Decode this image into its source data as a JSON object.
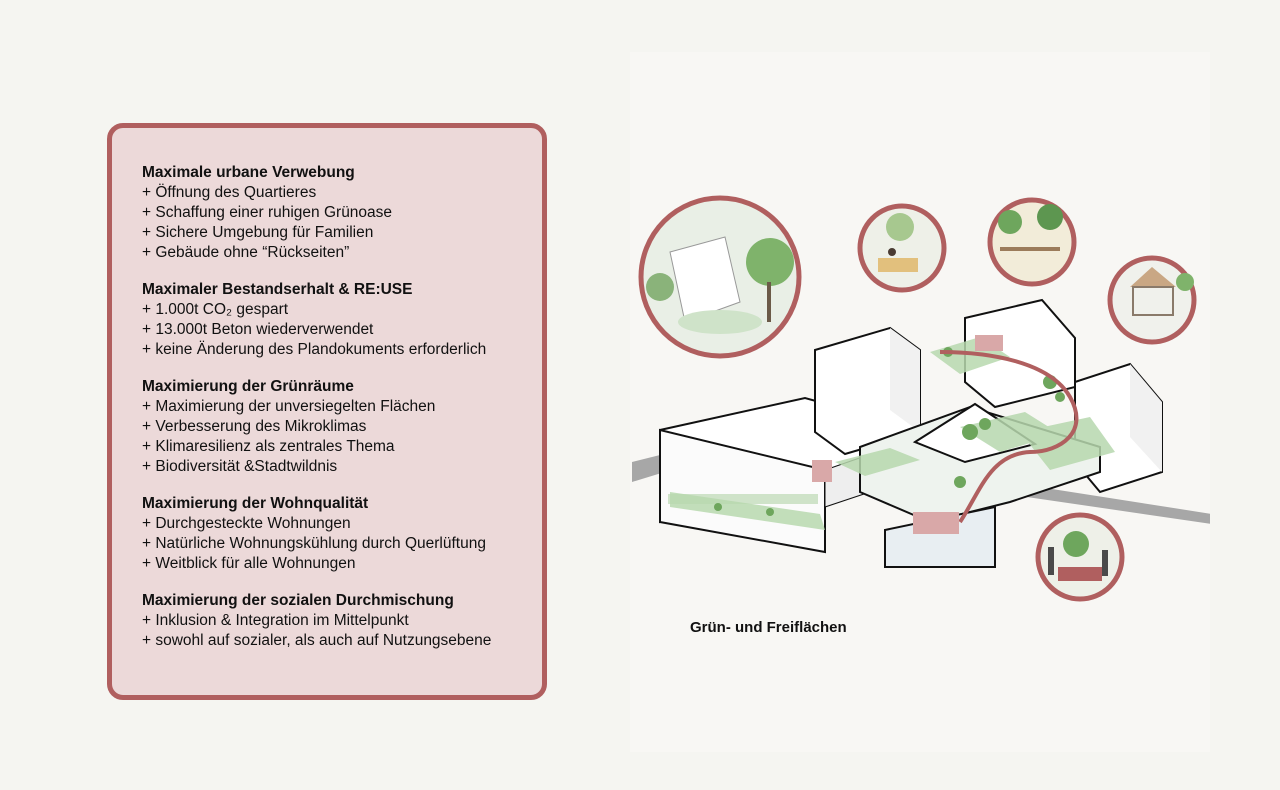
{
  "sections": [
    {
      "title": "Maximale urbane Verwebung",
      "items": [
        "+ Öffnung des Quartieres",
        "+ Schaffung einer ruhigen Grünoase",
        "+ Sichere Umgebung für Familien",
        "+ Gebäude ohne “Rückseiten”"
      ]
    },
    {
      "title": "Maximaler Bestandserhalt & RE:USE",
      "items": [
        "+ 1.000t CO₂ gespart",
        "+ 13.000t Beton wiederverwendet",
        "+ keine Änderung des Plandokuments erforderlich"
      ]
    },
    {
      "title": "Maximierung der Grünräume",
      "items": [
        "+ Maximierung der unversiegelten Flächen",
        "+ Verbesserung des Mikroklimas",
        "+ Klimaresilienz als zentrales Thema",
        "+ Biodiversität &Stadtwildnis"
      ]
    },
    {
      "title": "Maximierung der Wohnqualität",
      "items": [
        "+ Durchgesteckte Wohnungen",
        "+ Natürliche Wohnungskühlung durch Querlüftung",
        "+ Weitblick für alle Wohnungen"
      ]
    },
    {
      "title": "Maximierung der sozialen Durchmischung",
      "items": [
        "+ Inklusion & Integration im Mittelpunkt",
        "+ sowohl auf sozialer, als auch auf Nutzungsebene"
      ]
    }
  ],
  "diagram": {
    "caption": "Grün- und Freiflächen",
    "accent_color": "#b05f5f",
    "panel_color": "#ecd9d9",
    "vignettes": [
      "courtyard-scene",
      "bench-scene",
      "playground-scene",
      "pavilion-scene",
      "planter-scene"
    ]
  }
}
